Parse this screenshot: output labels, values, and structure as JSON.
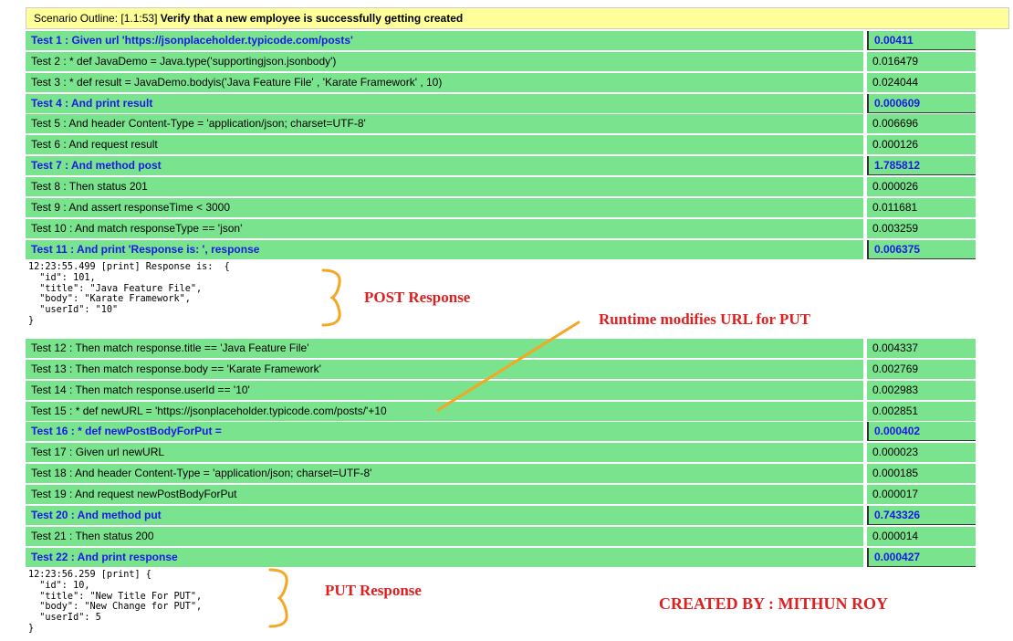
{
  "scenario": {
    "prefix": "Scenario Outline: [1.1:53]",
    "title": "Verify that a new employee is successfully getting created"
  },
  "steps": [
    {
      "text": "Test 1 : Given url 'https://jsonplaceholder.typicode.com/posts'",
      "time": "0.00411",
      "highlight": true
    },
    {
      "text": "Test 2 : * def JavaDemo = Java.type('supportingjson.jsonbody')",
      "time": "0.016479",
      "highlight": false
    },
    {
      "text": "Test 3 : * def result = JavaDemo.bodyis('Java Feature File' , 'Karate Framework' , 10)",
      "time": "0.024044",
      "highlight": false
    },
    {
      "text": "Test 4 : And print result",
      "time": "0.000609",
      "highlight": true
    },
    {
      "text": "Test 5 : And header Content-Type = 'application/json; charset=UTF-8'",
      "time": "0.006696",
      "highlight": false
    },
    {
      "text": "Test 6 : And request result",
      "time": "0.000126",
      "highlight": false
    },
    {
      "text": "Test 7 : And method post",
      "time": "1.785812",
      "highlight": true
    },
    {
      "text": "Test 8 : Then status 201",
      "time": "0.000026",
      "highlight": false
    },
    {
      "text": "Test 9 : And assert responseTime < 3000",
      "time": "0.011681",
      "highlight": false
    },
    {
      "text": "Test 10 : And match responseType == 'json'",
      "time": "0.003259",
      "highlight": false
    },
    {
      "text": "Test 11 : And print 'Response is: ', response",
      "time": "0.006375",
      "highlight": true
    },
    {
      "text": "Test 12 : Then match response.title == 'Java Feature File'",
      "time": "0.004337",
      "highlight": false
    },
    {
      "text": "Test 13 : Then match response.body == 'Karate Framework'",
      "time": "0.002769",
      "highlight": false
    },
    {
      "text": "Test 14 : Then match response.userId == '10'",
      "time": "0.002983",
      "highlight": false
    },
    {
      "text": "Test 15 : * def newURL = 'https://jsonplaceholder.typicode.com/posts/'+10",
      "time": "0.002851",
      "highlight": false
    },
    {
      "text": "Test 16 : * def newPostBodyForPut =",
      "time": "0.000402",
      "highlight": true
    },
    {
      "text": "Test 17 : Given url newURL",
      "time": "0.000023",
      "highlight": false
    },
    {
      "text": "Test 18 : And header Content-Type = 'application/json; charset=UTF-8'",
      "time": "0.000185",
      "highlight": false
    },
    {
      "text": "Test 19 : And request newPostBodyForPut",
      "time": "0.000017",
      "highlight": false
    },
    {
      "text": "Test 20 : And method put",
      "time": "0.743326",
      "highlight": true
    },
    {
      "text": "Test 21 : Then status 200",
      "time": "0.000014",
      "highlight": false
    },
    {
      "text": "Test 22 : And print response",
      "time": "0.000427",
      "highlight": true
    }
  ],
  "logs": {
    "post": "12:23:55.499 [print] Response is:  {\n  \"id\": 101,\n  \"title\": \"Java Feature File\",\n  \"body\": \"Karate Framework\",\n  \"userId\": \"10\"\n}",
    "put": "12:23:56.259 [print] {\n  \"id\": 10,\n  \"title\": \"New Title For PUT\",\n  \"body\": \"New Change for PUT\",\n  \"userId\": 5\n}"
  },
  "annotations": {
    "post_response": "POST Response",
    "runtime_url": "Runtime modifies URL for PUT",
    "put_response": "PUT Response",
    "created_by": "CREATED BY : MITHUN ROY",
    "brace_color": "#f5a623",
    "arrow_color": "#f5a623",
    "text_color": "#e02020"
  }
}
